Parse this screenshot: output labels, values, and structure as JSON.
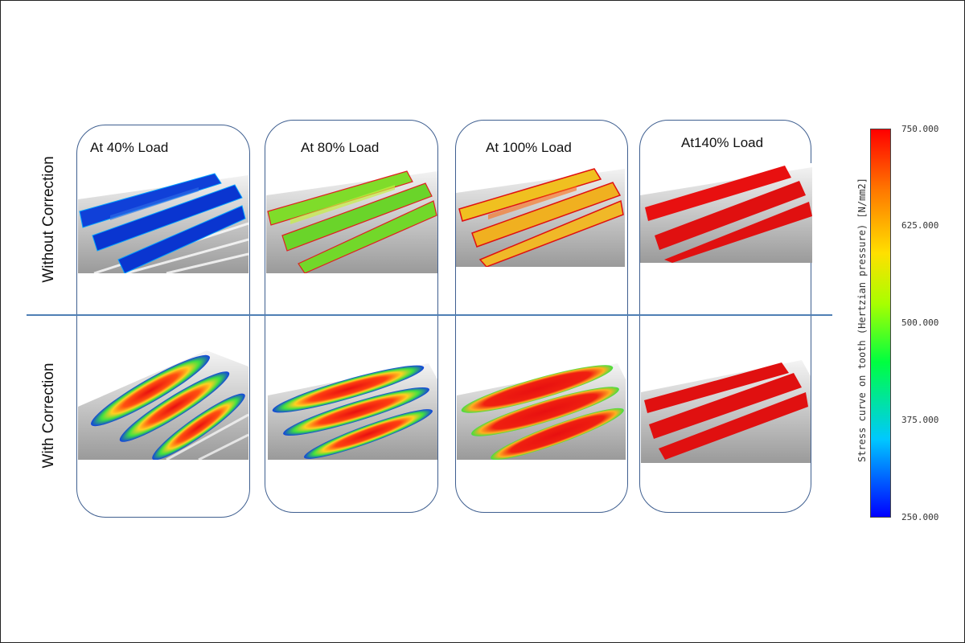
{
  "rows": {
    "top_label": "Without Correction",
    "bottom_label": "With Correction"
  },
  "columns": [
    {
      "title": "At 40% Load"
    },
    {
      "title": "At 80% Load"
    },
    {
      "title": "At 100% Load"
    },
    {
      "title": "At140% Load"
    }
  ],
  "legend": {
    "title": "Stress curve on tooth (Hertzian pressure) [N/mm2]",
    "ticks": [
      "750.000",
      "625.000",
      "500.000",
      "375.000",
      "250.000"
    ],
    "colors": {
      "min": "#0000ff",
      "low": "#00c8ff",
      "mid": "#00ff40",
      "high": "#ffe000",
      "max": "#ff0000"
    }
  },
  "accent_colors": {
    "divider": "#4f7fb5",
    "panel_border": "#3f5f90"
  }
}
